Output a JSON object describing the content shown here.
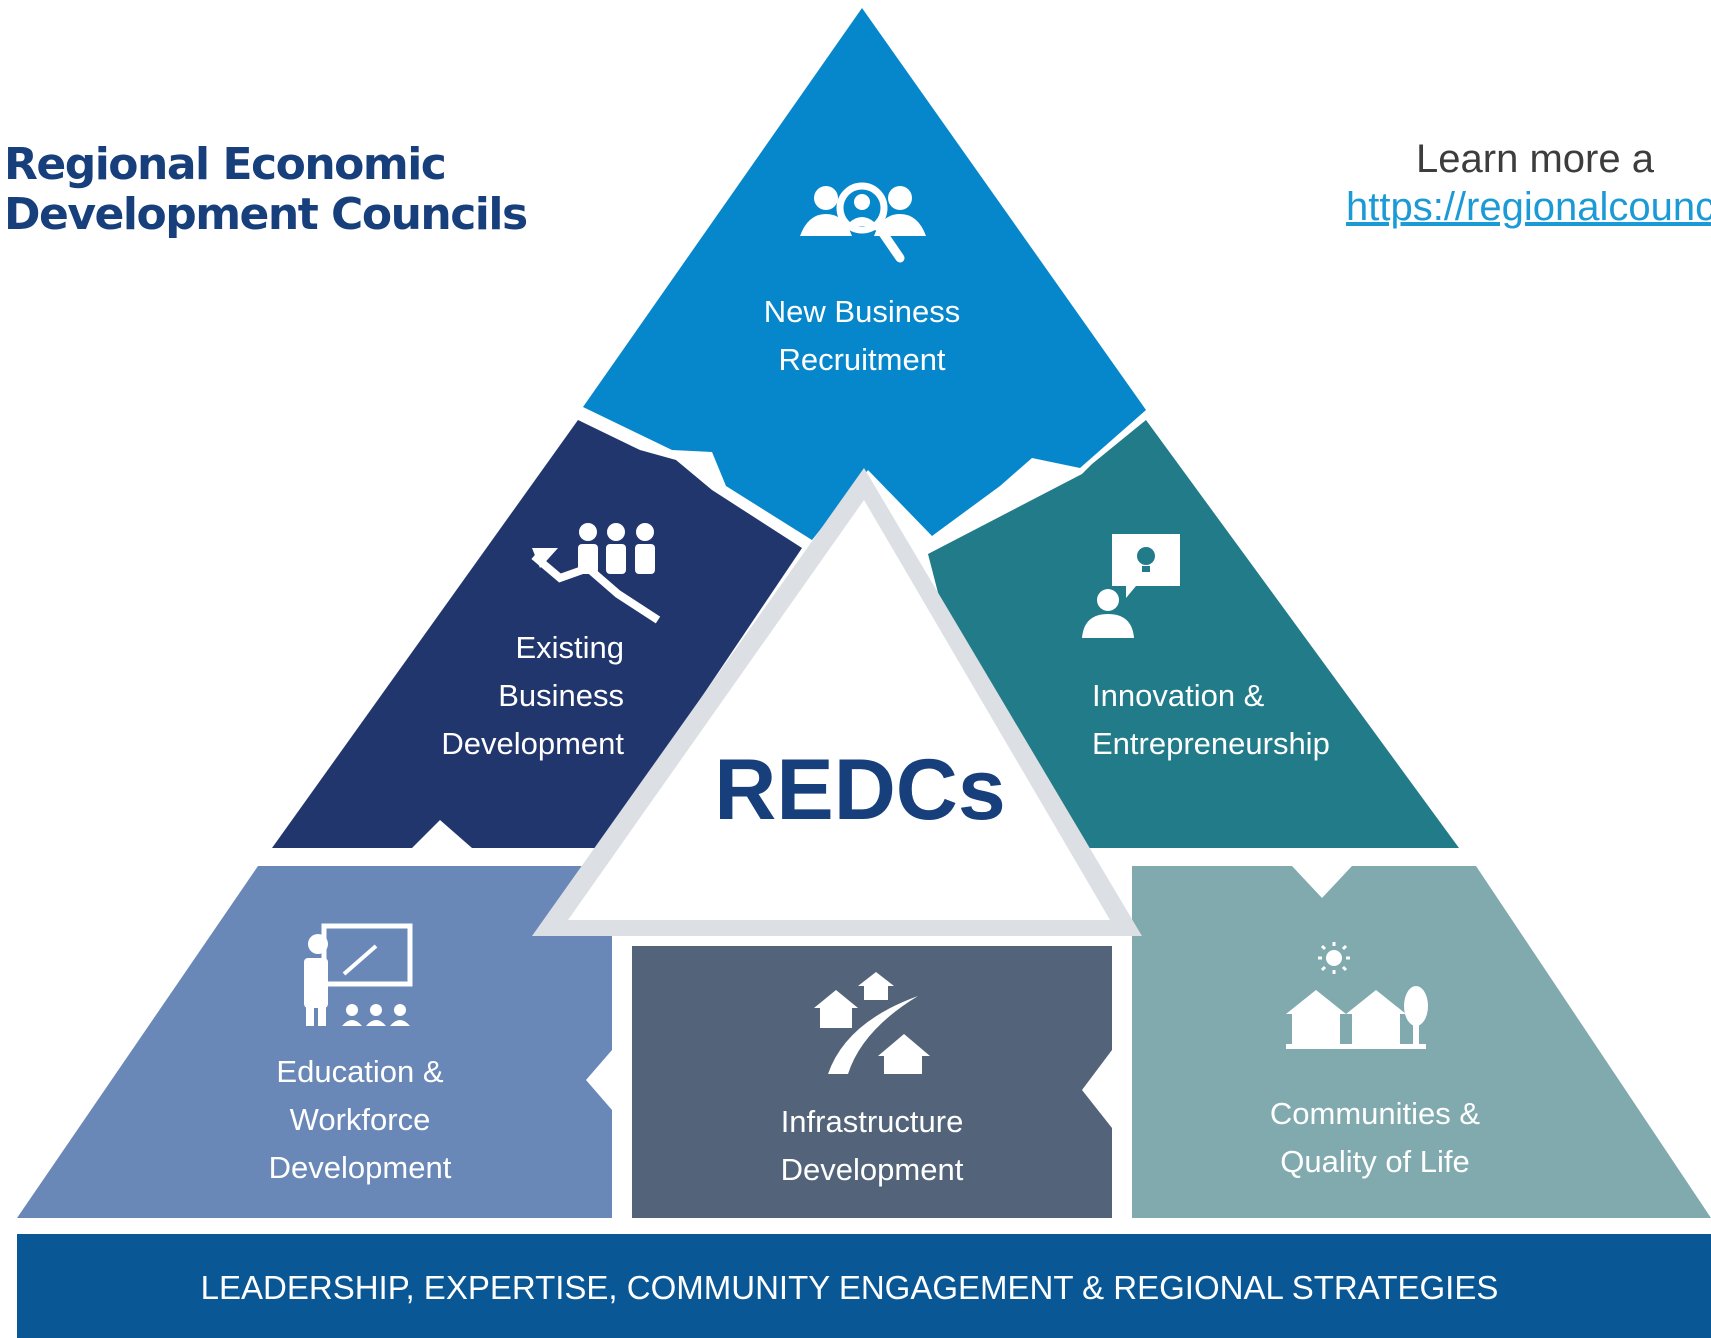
{
  "heading": {
    "line1": "Regional Economic",
    "line2": "Development Councils"
  },
  "learn_more": {
    "text": "Learn more a",
    "link": "https://regionalcounci"
  },
  "center": {
    "label": "REDCs"
  },
  "segments": {
    "new_business": {
      "line1": "New Business",
      "line2": "Recruitment",
      "icon": "people-search-icon",
      "color": "#0787cb"
    },
    "existing_business": {
      "line1": "Existing",
      "line2": "Business",
      "line3": "Development",
      "icon": "people-growth-arrow-icon",
      "color": "#22366e"
    },
    "innovation": {
      "line1": "Innovation &",
      "line2": "Entrepreneurship",
      "icon": "person-idea-icon",
      "color": "#217b88"
    },
    "education": {
      "line1": "Education &",
      "line2": "Workforce",
      "line3": "Development",
      "icon": "teacher-class-icon",
      "color": "#6988b8"
    },
    "infrastructure": {
      "line1": "Infrastructure",
      "line2": "Development",
      "icon": "road-houses-icon",
      "color": "#53647a"
    },
    "communities": {
      "line1": "Communities &",
      "line2": "Quality of Life",
      "icon": "houses-sun-icon",
      "color": "#80aaae"
    }
  },
  "bottom_bar": {
    "text": "LEADERSHIP, EXPERTISE, COMMUNITY ENGAGEMENT & REGIONAL STRATEGIES",
    "color": "#0a5795"
  }
}
